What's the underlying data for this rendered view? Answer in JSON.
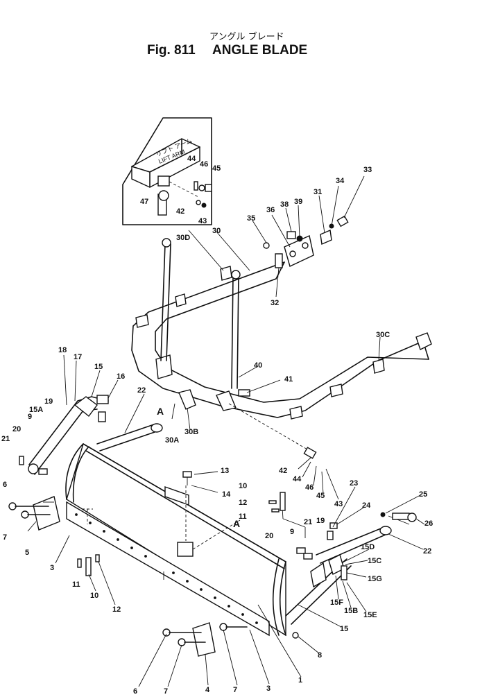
{
  "figure": {
    "title_japanese": "アングル ブレード",
    "fig_label": "Fig. 811",
    "title": "ANGLE BLADE"
  },
  "inset": {
    "label_japanese": "リフト アーム",
    "label": "LIFT ARM"
  },
  "view_refs": [
    "A",
    "A"
  ],
  "callouts": [
    "33",
    "34",
    "31",
    "39",
    "38",
    "36",
    "35",
    "44",
    "46",
    "45",
    "47",
    "42",
    "43",
    "30D",
    "30",
    "32",
    "30C",
    "40",
    "41",
    "18",
    "17",
    "15",
    "16",
    "15A",
    "19",
    "9",
    "20",
    "21",
    "22",
    "A",
    "30A",
    "30B",
    "42",
    "44",
    "46",
    "45",
    "43",
    "13",
    "14",
    "10",
    "12",
    "11",
    "6",
    "7",
    "5",
    "3",
    "11",
    "10",
    "12",
    "23",
    "24",
    "25",
    "26",
    "22",
    "21",
    "19",
    "9",
    "20",
    "15D",
    "15C",
    "15G",
    "15F",
    "15B",
    "15E",
    "15",
    "8",
    "1",
    "6",
    "7",
    "4",
    "7",
    "3"
  ]
}
